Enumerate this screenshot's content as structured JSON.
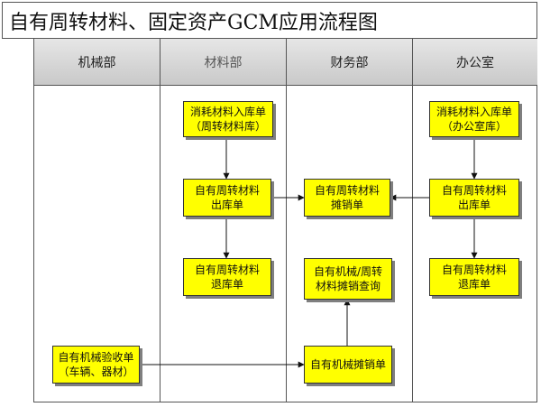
{
  "title": "自有周转材料、固定资产GCM应用流程图",
  "lanes": [
    {
      "id": "lane-machinery",
      "label": "机械部"
    },
    {
      "id": "lane-materials",
      "label": "材料部"
    },
    {
      "id": "lane-finance",
      "label": "财务部"
    },
    {
      "id": "lane-office",
      "label": "办公室"
    }
  ],
  "nodes": {
    "consume_in_materials": "消耗材料入库单\n（周转材料库）",
    "out_materials": "自有周转材料\n出库单",
    "return_materials": "自有周转材料\n退库单",
    "amortize": "自有周转材料\n摊销单",
    "query": "自有机械/周转\n材料摊销查询",
    "machine_amortize": "自有机械摊销单",
    "acceptance": "自有机械验收单\n（车辆、器材）",
    "consume_in_office": "消耗材料入库单\n（办公室库）",
    "out_office": "自有周转材料\n出库单",
    "return_office": "自有周转材料\n退库单"
  },
  "colors": {
    "node_fill": "#ffff00",
    "header_fill": "#d6d6d6",
    "line": "#333333"
  }
}
